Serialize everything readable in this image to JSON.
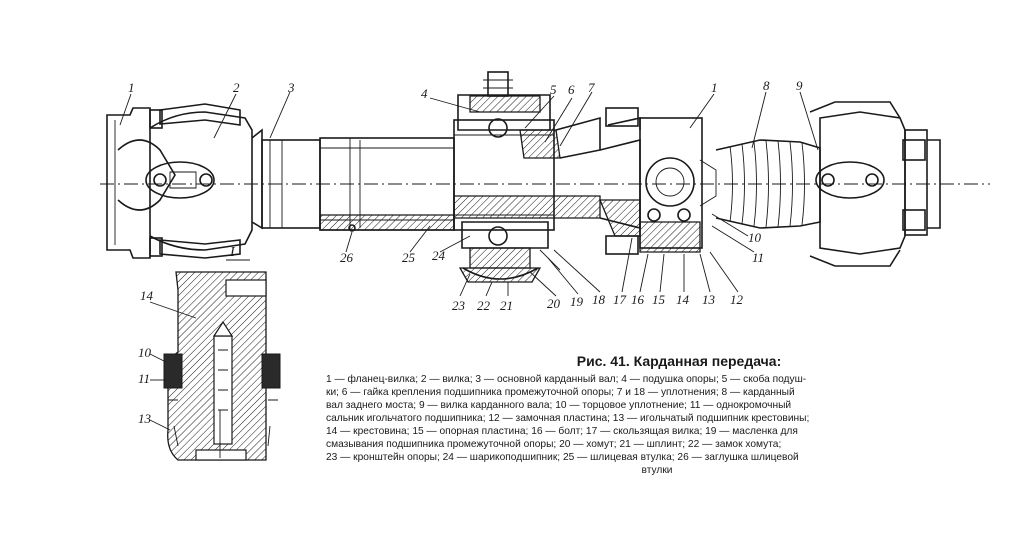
{
  "figure": {
    "title": "Рис. 41. Карданная передача:",
    "section_mark": "I",
    "callouts": {
      "c1a": "1",
      "c2": "2",
      "c3": "3",
      "c4": "4",
      "c5": "5",
      "c6": "6",
      "c7": "7",
      "c1b": "1",
      "c8": "8",
      "c9": "9",
      "c10a": "10",
      "c11a": "11",
      "c12": "12",
      "c13a": "13",
      "c14a": "14",
      "c15": "15",
      "c16": "16",
      "c17": "17",
      "c18": "18",
      "c19": "19",
      "c20": "20",
      "c21": "21",
      "c22": "22",
      "c23": "23",
      "c24": "24",
      "c25": "25",
      "c26": "26",
      "c14b": "14",
      "c10b": "10",
      "c11b": "11",
      "c13b": "13"
    },
    "caption_lines": [
      "1 — фланец-вилка;  2 — вилка;  3 — основной карданный вал;  4 — подушка опоры;  5 — скоба подуш-",
      "ки;  6 — гайка крепления подшипника промежуточной опоры;  7 и 18 — уплотнения;  8 — карданный",
      "вал заднего моста;  9 — вилка карданного вала;  10 — торцовое уплотнение;  11 — однокромочный",
      "сальник игольчатого подшипника;  12 — замочная пластина;  13 — игольчатый подшипник крестовины;",
      "14 — крестовина;  15 — опорная пластина;  16 — болт;  17 — скользящая вилка;  19 — масленка для",
      "смазывания подшипника промежуточной опоры;  20 — хомут;  21 — шплинт;  22 — замок хомута;",
      "23 — кронштейн опоры;  24 — шарикоподшипник;  25 — шлицевая втулка;  26 — заглушка шлицевой",
      "втулки"
    ]
  }
}
